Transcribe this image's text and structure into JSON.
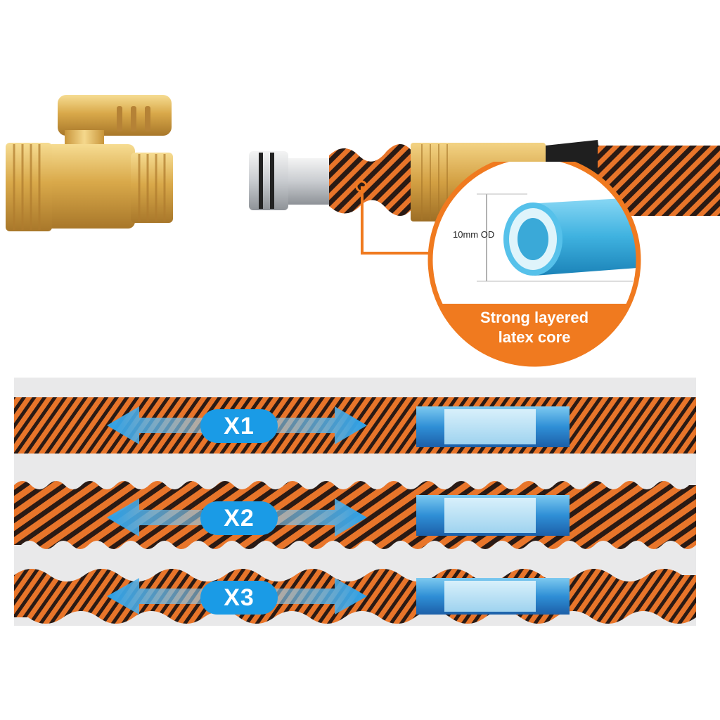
{
  "callout": {
    "diameter_label": "10mm OD",
    "core_label_line1": "Strong layered",
    "core_label_line2": "latex core"
  },
  "expansion": [
    {
      "label": "X1"
    },
    {
      "label": "X2"
    },
    {
      "label": "X3"
    }
  ],
  "colors": {
    "hose_orange": "#e8752a",
    "hose_dark": "#2a1a14",
    "brass": "#d9a94a",
    "accent_orange": "#f07a1f",
    "latex_blue": "#3fb2e0",
    "badge_blue": "#1a9be6"
  }
}
